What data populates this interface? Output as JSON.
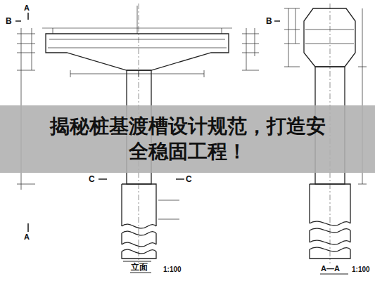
{
  "diagram": {
    "title": "揭秘桩基渡槽设计规范，打造安全稳固工程！",
    "labels": [
      "B",
      "A",
      "B",
      "C",
      "C",
      "A",
      "立面",
      "1:100",
      "A—A",
      "1:100"
    ]
  }
}
